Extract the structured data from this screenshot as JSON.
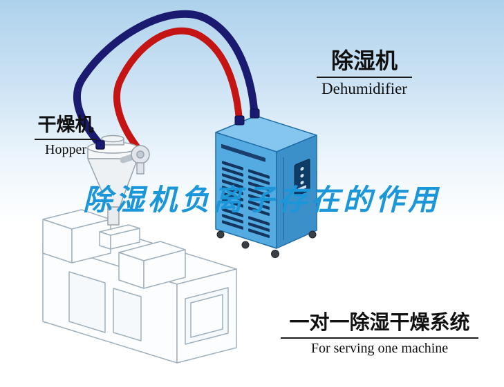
{
  "page": {
    "title": "除湿机负离子存在的作用"
  },
  "labels": {
    "dehumidifier": {
      "zh": "除湿机",
      "en": "Dehumidifier"
    },
    "hopper": {
      "zh": "干燥机",
      "en": "Hopper"
    },
    "system": {
      "zh": "一对一除湿干燥系统",
      "en": "For serving one machine"
    }
  },
  "colors": {
    "title_blue": "#1B96D8",
    "pipe_red": "#C41414",
    "pipe_navy": "#1A1A70",
    "machine_front": "#54ABE2",
    "machine_side": "#3C90C9",
    "machine_top": "#85C6EE",
    "sky_blue": "#AED2EC"
  }
}
